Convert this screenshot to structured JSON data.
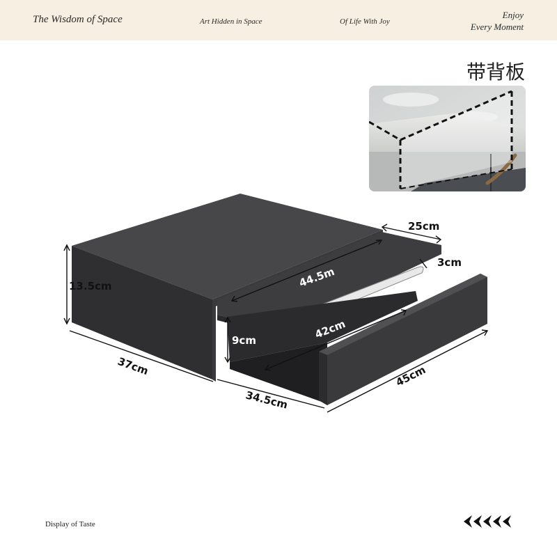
{
  "header": {
    "brand": "The Wisdom of Space",
    "tagline_1": "Art Hidden in Space",
    "tagline_2": "Of Life With Joy",
    "enjoy_line_1": "Enjoy",
    "enjoy_line_2": "Every Moment"
  },
  "inset": {
    "label": "带背板"
  },
  "dimensions": {
    "width_top": "25cm",
    "thickness": "3cm",
    "inner_length": "44.5m",
    "height": "13.5cm",
    "drawer_length": "42cm",
    "drawer_height": "9cm",
    "side_depth": "37cm",
    "opening_width": "34.5cm",
    "total_length": "45cm"
  },
  "footer": {
    "text": "Display of Taste"
  },
  "colors": {
    "header_bg": "#f6efe2",
    "product": "#3b3b3d",
    "dim_line": "#111111"
  }
}
